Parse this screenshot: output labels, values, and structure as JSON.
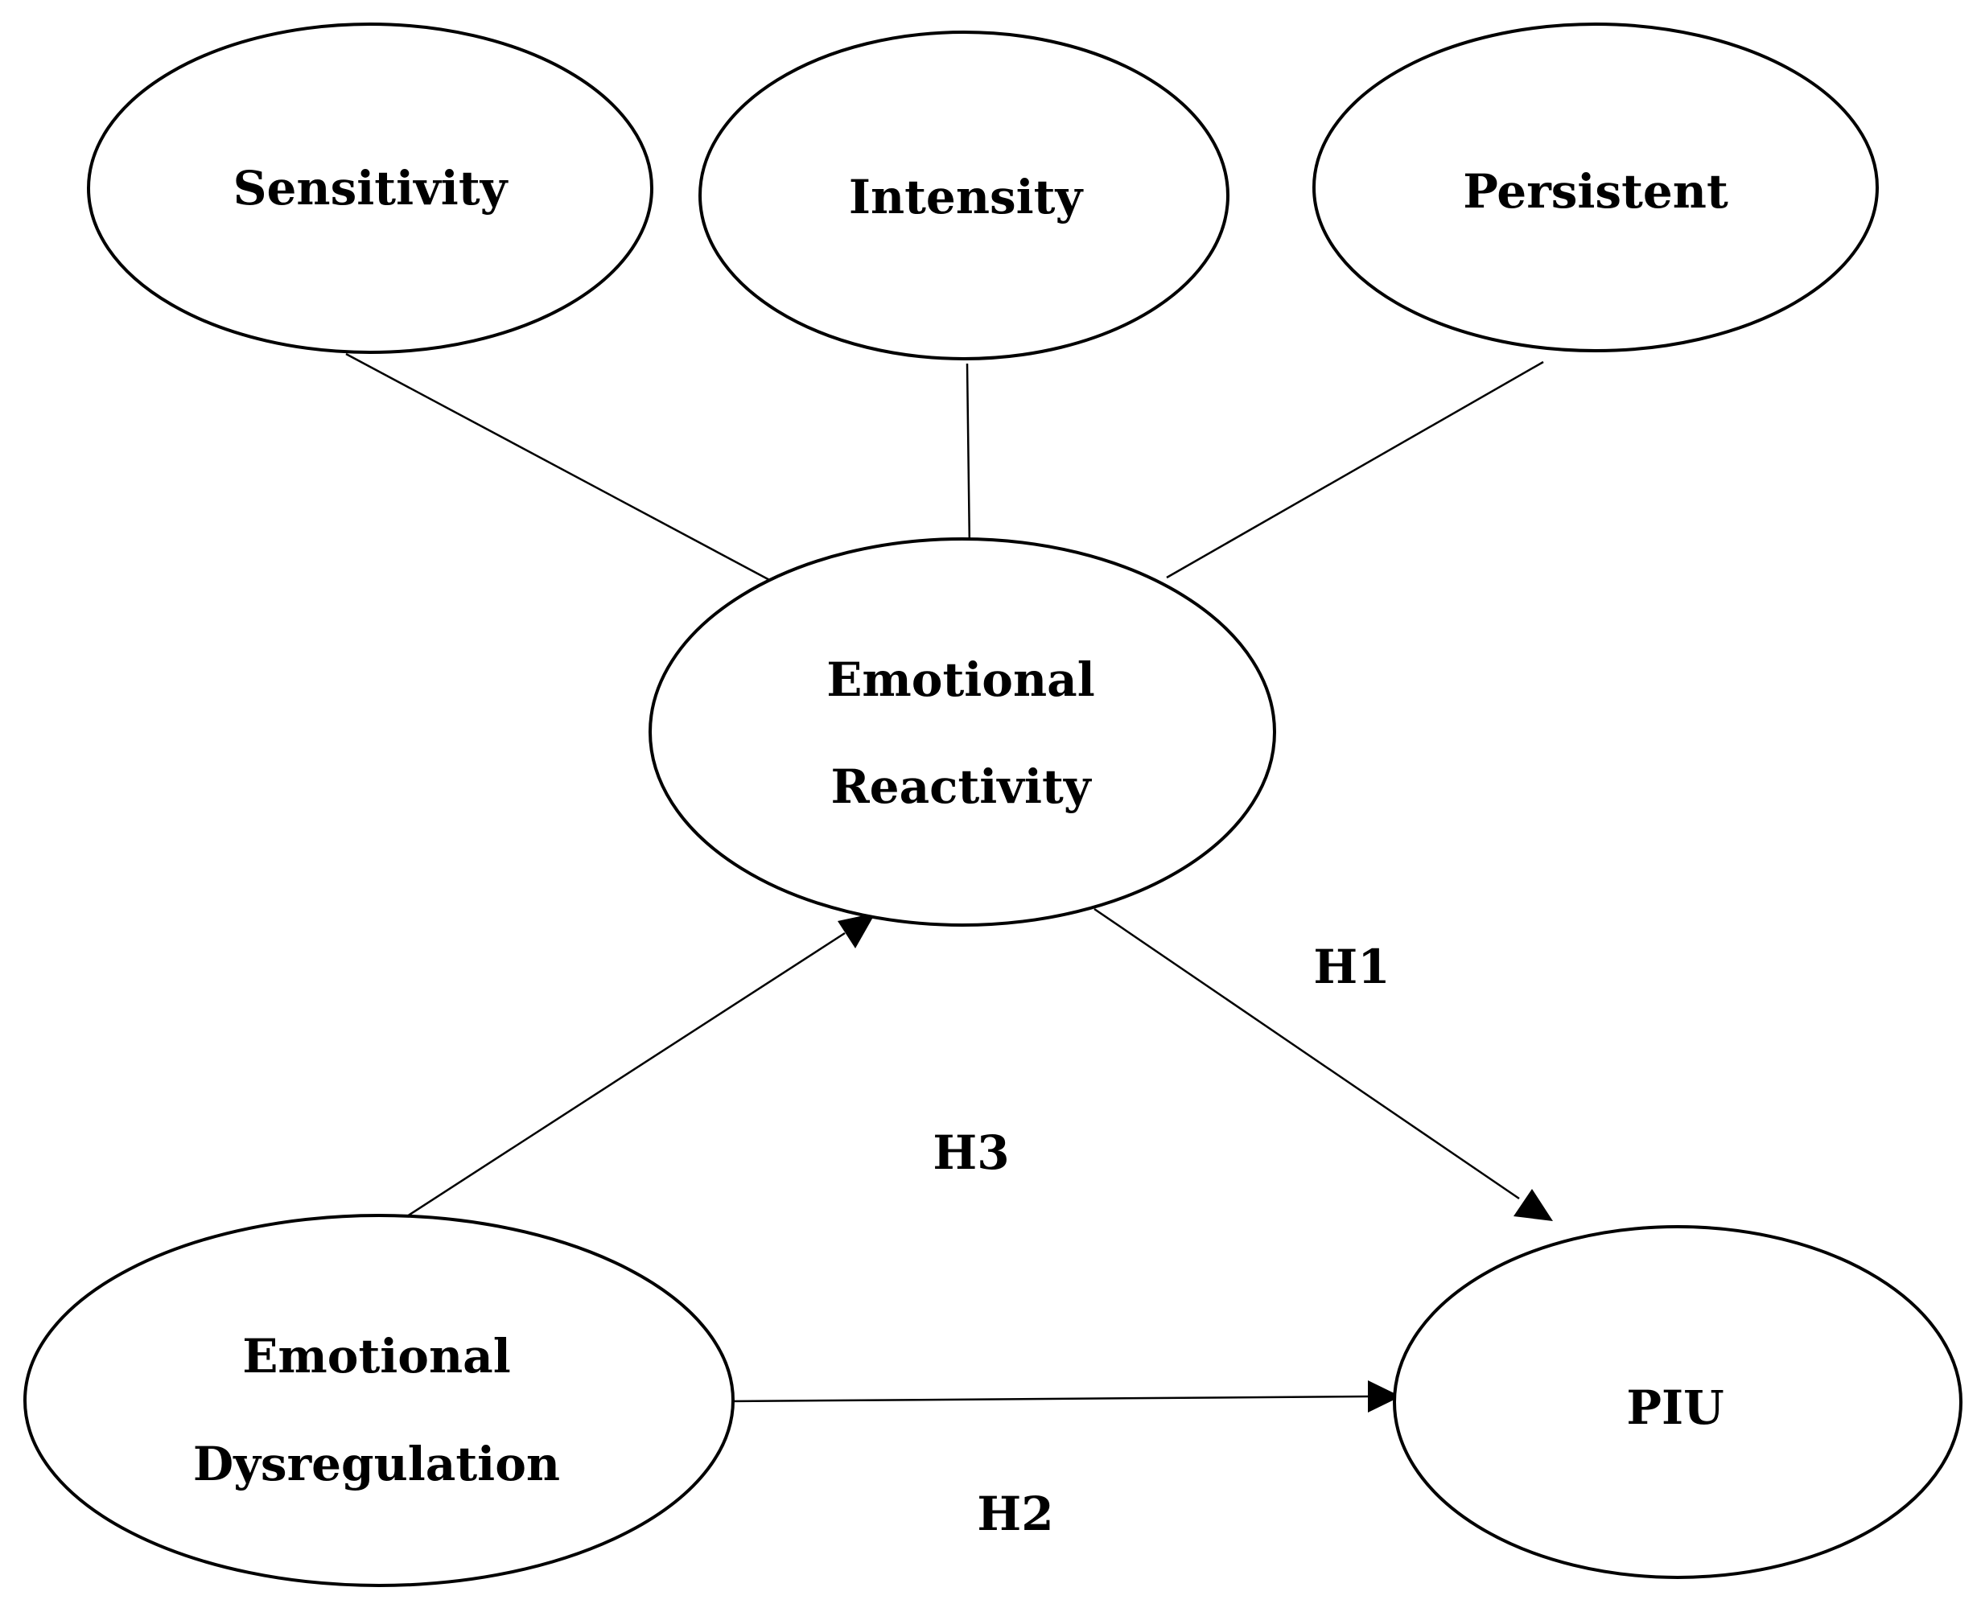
{
  "nodes": {
    "sensitivity": {
      "label": "Sensitivity"
    },
    "intensity": {
      "label": "Intensity"
    },
    "persistent": {
      "label": "Persistent"
    },
    "emotional_reactivity": {
      "line1": "Emotional",
      "line2": "Reactivity"
    },
    "emotional_dysregulation": {
      "line1": "Emotional",
      "line2": "Dysregulation"
    },
    "piu": {
      "label": "PIU"
    }
  },
  "edges": {
    "h1": {
      "label": "H1",
      "from": "Emotional Reactivity",
      "to": "PIU"
    },
    "h2": {
      "label": "H2",
      "from": "Emotional Dysregulation",
      "to": "PIU"
    },
    "h3": {
      "label": "H3",
      "from": "Emotional Dysregulation",
      "to": "Emotional Reactivity"
    }
  },
  "colors": {
    "stroke": "#000000",
    "background": "#ffffff"
  }
}
